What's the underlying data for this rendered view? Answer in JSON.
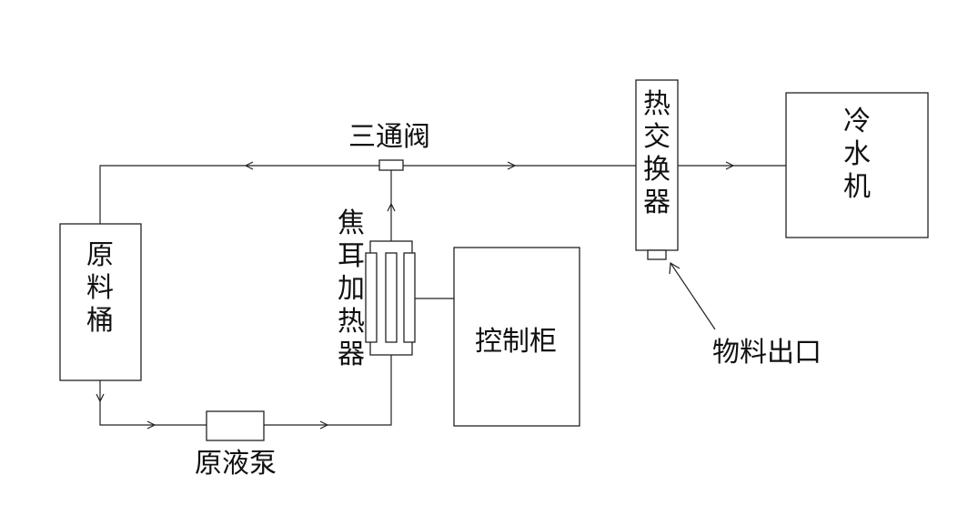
{
  "components": {
    "raw_tank": "原料桶",
    "feed_pump": "原液泵",
    "joule_heater": "焦耳加热器",
    "control_cabinet": "控制柜",
    "three_way_valve": "三通阀",
    "heat_exchanger": "热交换器",
    "chiller": "冷水机",
    "material_outlet": "物料出口"
  }
}
